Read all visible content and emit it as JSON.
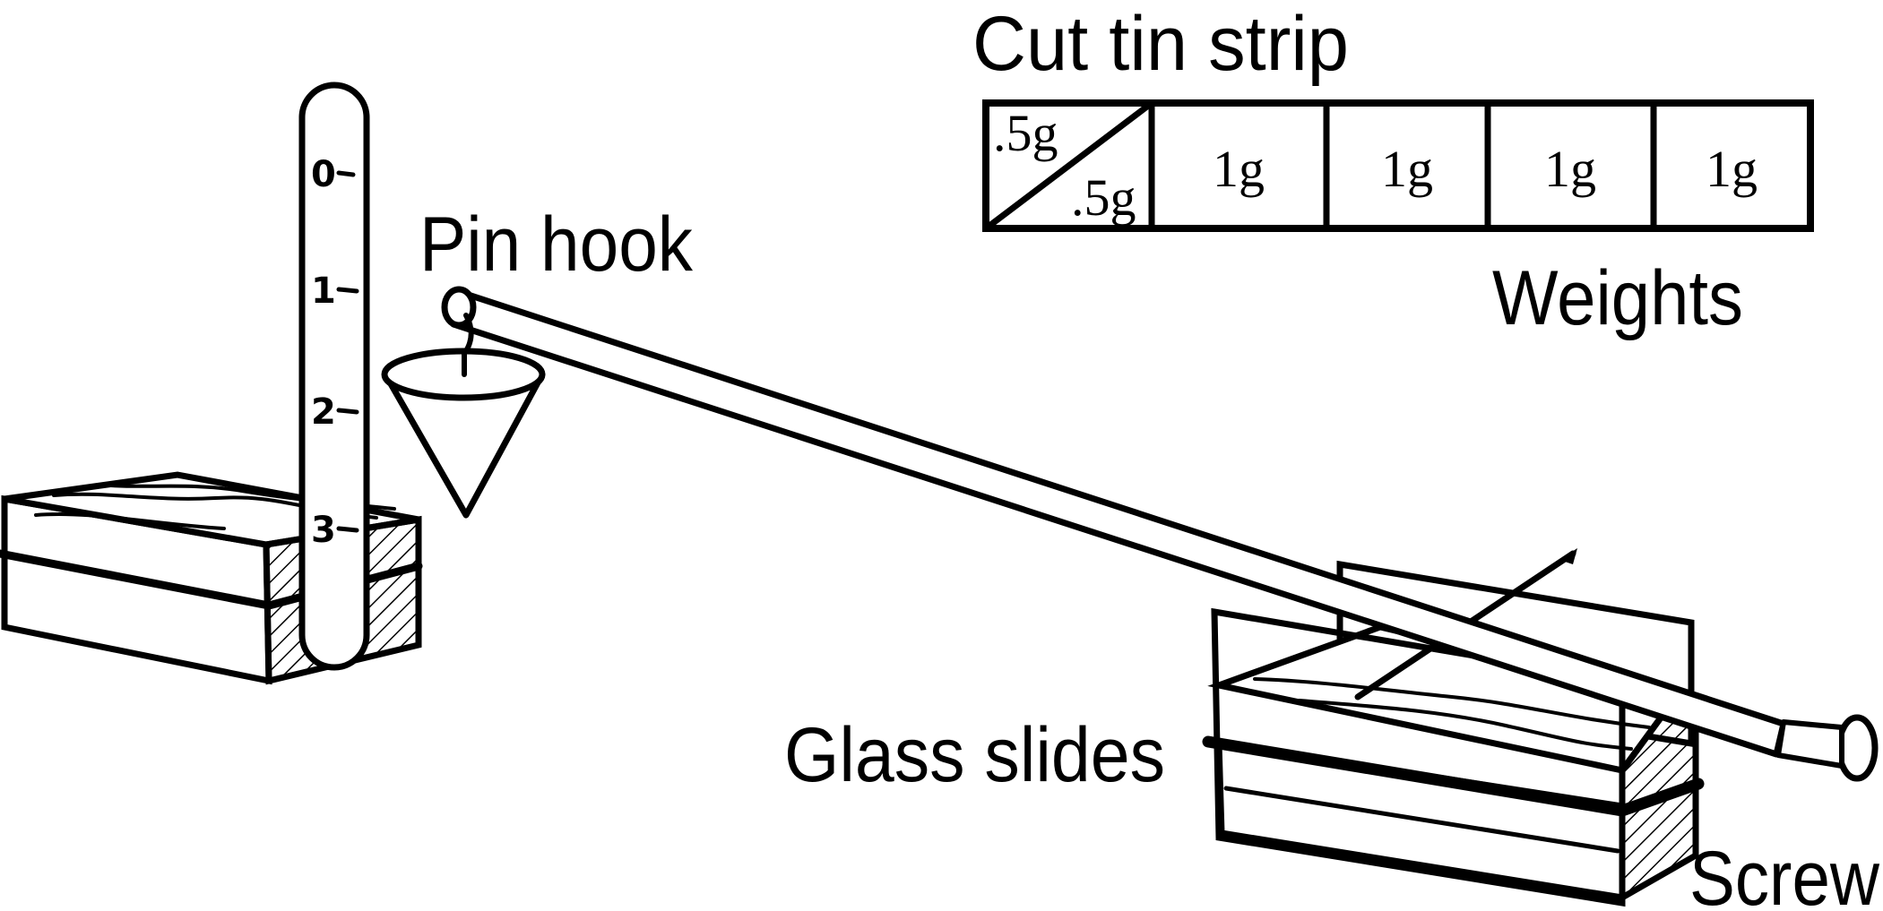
{
  "labels": {
    "cut_tin_strip": "Cut tin strip",
    "weights": "Weights",
    "pin_hook": "Pin hook",
    "glass_slides": "Glass slides",
    "screw": "Screw"
  },
  "scale_marks": [
    "0",
    "1",
    "2",
    "3"
  ],
  "tin_strip": {
    "split_cell": {
      "top": ".5g",
      "bottom": ".5g"
    },
    "cells": [
      "1g",
      "1g",
      "1g",
      "1g"
    ]
  }
}
